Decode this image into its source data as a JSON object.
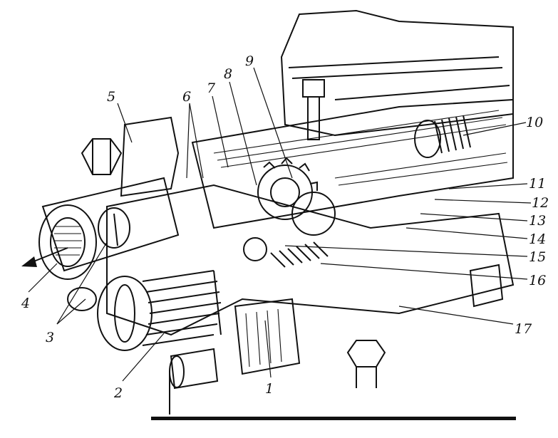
{
  "figure": {
    "ink_color": "#111111",
    "paper_color": "#ffffff",
    "callouts": [
      {
        "id": "1",
        "text": "1"
      },
      {
        "id": "2",
        "text": "2"
      },
      {
        "id": "3",
        "text": "3"
      },
      {
        "id": "4",
        "text": "4"
      },
      {
        "id": "5",
        "text": "5"
      },
      {
        "id": "6",
        "text": "6"
      },
      {
        "id": "7",
        "text": "7"
      },
      {
        "id": "8",
        "text": "8"
      },
      {
        "id": "9",
        "text": "9"
      },
      {
        "id": "10",
        "text": "10"
      },
      {
        "id": "11",
        "text": "11"
      },
      {
        "id": "12",
        "text": "12"
      },
      {
        "id": "13",
        "text": "13"
      },
      {
        "id": "14",
        "text": "14"
      },
      {
        "id": "15",
        "text": "15"
      },
      {
        "id": "16",
        "text": "16"
      },
      {
        "id": "17",
        "text": "17"
      }
    ]
  }
}
